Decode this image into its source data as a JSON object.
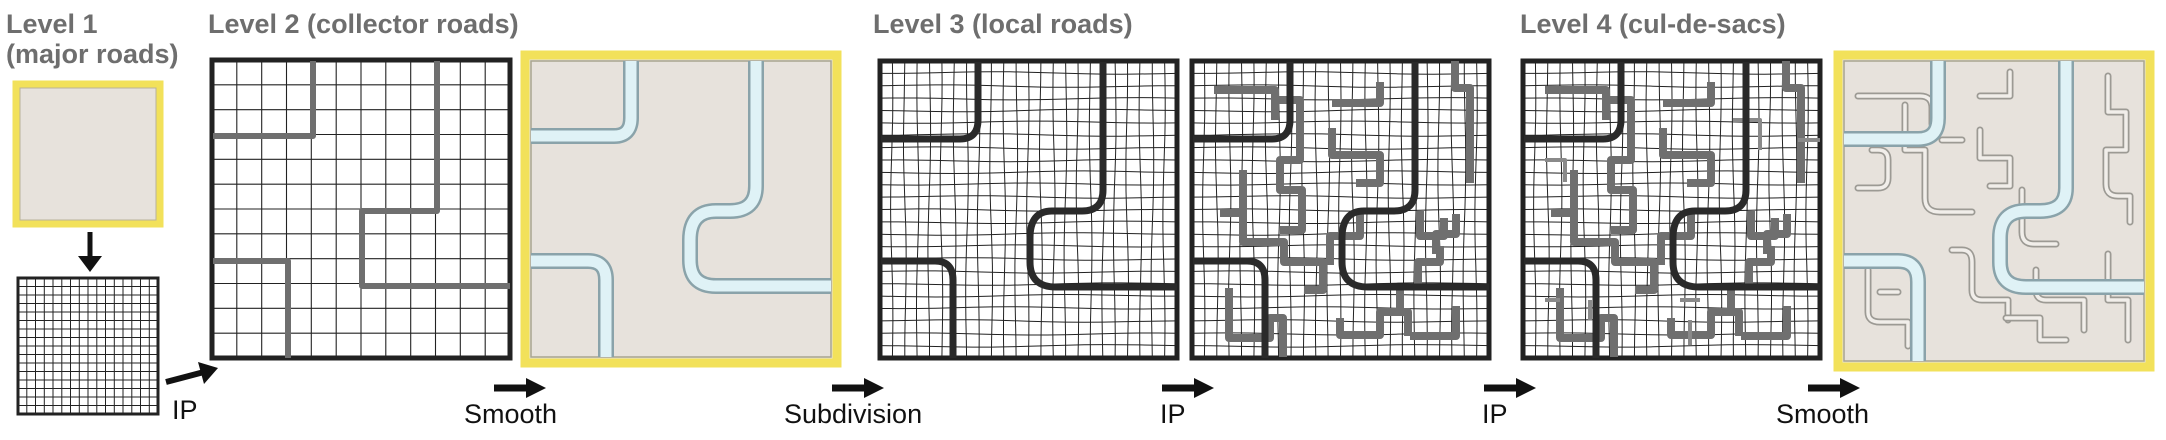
{
  "titles": {
    "level1_line1": "Level 1",
    "level1_line2": "(major roads)",
    "level2": "Level 2 (collector roads)",
    "level3": "Level 3 (local roads)",
    "level4": "Level 4 (cul-de-sacs)"
  },
  "steps": {
    "ip1": "IP",
    "smooth1": "Smooth",
    "subdivision": "Subdivision",
    "ip2": "IP",
    "ip3": "IP",
    "smooth2": "Smooth"
  },
  "colors": {
    "tile_fill": "#e7e2dc",
    "tile_border": "#f2e15a",
    "road_fill": "#dff2f6",
    "road_edge": "#8aa3aa",
    "grid_line": "#222222",
    "dark_road": "#2a2a2a",
    "gray_road": "#6f6f6f",
    "title_text": "#6e6e6e",
    "label_text": "#111111"
  }
}
